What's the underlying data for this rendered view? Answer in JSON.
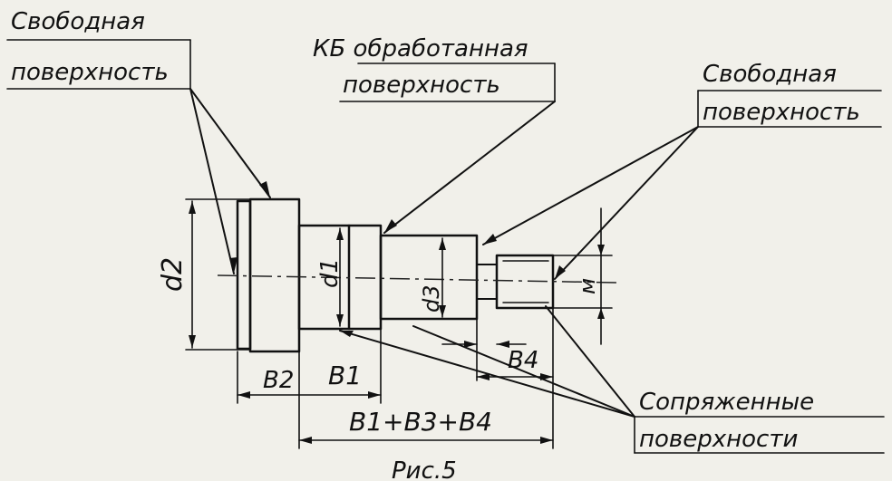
{
  "labels": {
    "free_surface_left_line1": "Свободная",
    "free_surface_left_line2": "поверхность",
    "kb_line1": "КБ обработанная",
    "kb_line2": "поверхность",
    "free_surface_right_line1": "Свободная",
    "free_surface_right_line2": "поверхность",
    "mated_line1": "Сопряженные",
    "mated_line2": "поверхности"
  },
  "dimensions": {
    "d2": "d2",
    "d1": "d1",
    "d3": "d3",
    "m": "м",
    "b2": "B2",
    "b1": "B1",
    "b4": "B4",
    "total": "B1+B3+B4"
  },
  "caption": "Рис.5"
}
